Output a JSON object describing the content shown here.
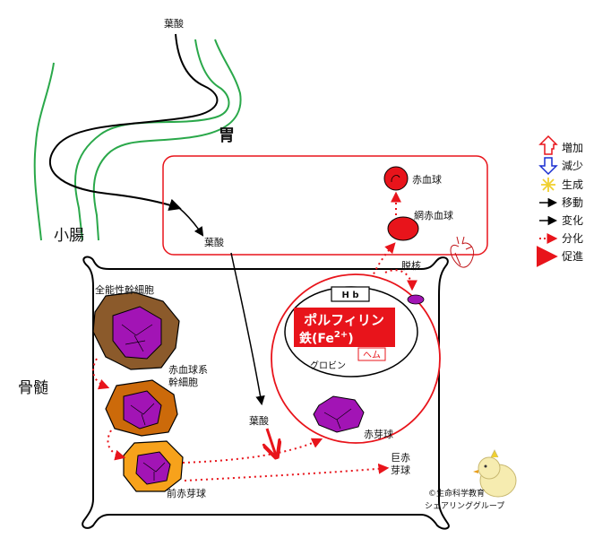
{
  "labels": {
    "folic_top": "葉酸",
    "stomach": "胃",
    "small_intestine": "小腸",
    "folic_vessel": "葉酸",
    "folic_marrow": "葉酸",
    "red_blood_cell": "赤血球",
    "reticulocyte": "網赤血球",
    "denucleation": "脱核",
    "bone_marrow": "骨髄",
    "pluripotent_stem_cell": "全能性幹細胞",
    "erythroid_stem_cell_1": "赤血球系",
    "erythroid_stem_cell_2": "幹細胞",
    "proerythroblast": "前赤芽球",
    "erythroblast": "赤芽球",
    "megaloblast_1": "巨赤",
    "megaloblast_2": "芽球",
    "hb": "H b",
    "porphyrin": "ポルフィリン",
    "iron_prefix": "鉄(Fe",
    "iron_sup": "2+",
    "iron_suffix": ")",
    "heme": "ヘム",
    "globin": "グロビン",
    "credit_1": "©生命科学教育",
    "credit_2": "シェアリンググループ"
  },
  "legend": [
    {
      "icon": "up-arrow-icon",
      "label": "増加"
    },
    {
      "icon": "down-arrow-icon",
      "label": "減少"
    },
    {
      "icon": "sparkle-icon",
      "label": "生成"
    },
    {
      "icon": "arrow-icon",
      "label": "移動"
    },
    {
      "icon": "arrow-icon",
      "label": "変化"
    },
    {
      "icon": "dotted-arrow-icon",
      "label": "分化"
    },
    {
      "icon": "thick-arrow-icon",
      "label": "促進"
    }
  ],
  "colors": {
    "red": "#e8141b",
    "purple": "#a214b5",
    "brown": "#8b5a2b",
    "orange_brown": "#cc6a0a",
    "orange": "#f7a21b",
    "green": "#2aa84a",
    "blue": "#1a2fd0",
    "yellow": "#f0d030"
  }
}
